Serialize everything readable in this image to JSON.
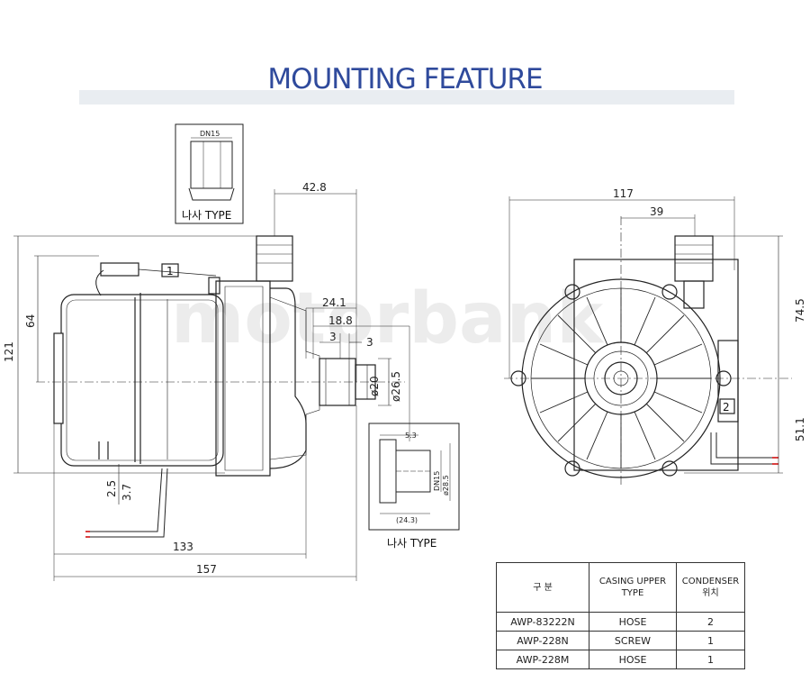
{
  "header": {
    "title": "MOUNTING FEATURE"
  },
  "watermark": "motorbank",
  "side_view": {
    "dims": {
      "top_width": "42.8",
      "height_total": "121",
      "height_upper": "64",
      "d1": "24.1",
      "d2": "18.8",
      "d3": "3",
      "d4": "3",
      "dia1": "ø20",
      "dia2": "ø26.5",
      "b1": "2.5",
      "b2": "3.7",
      "len1": "133",
      "len2": "157"
    },
    "condenser_marker": "1"
  },
  "inset_top": {
    "dn_label": "DN15",
    "caption": "나사 TYPE"
  },
  "inset_bottom": {
    "dim_top": "5.3",
    "dn_label": "DN15",
    "dia_label": "ø28.5",
    "dim_bottom": "(24.3)",
    "caption": "나사 TYPE"
  },
  "front_view": {
    "dims": {
      "width": "117",
      "offset": "39",
      "height_upper": "74.5",
      "height_lower": "51.1"
    },
    "condenser_marker": "2"
  },
  "table": {
    "headers": [
      "구  분",
      "CASING UPPER TYPE",
      "CONDENSER 위치"
    ],
    "rows": [
      [
        "AWP-83222N",
        "HOSE",
        "2"
      ],
      [
        "AWP-228N",
        "SCREW",
        "1"
      ],
      [
        "AWP-228M",
        "HOSE",
        "1"
      ]
    ]
  }
}
